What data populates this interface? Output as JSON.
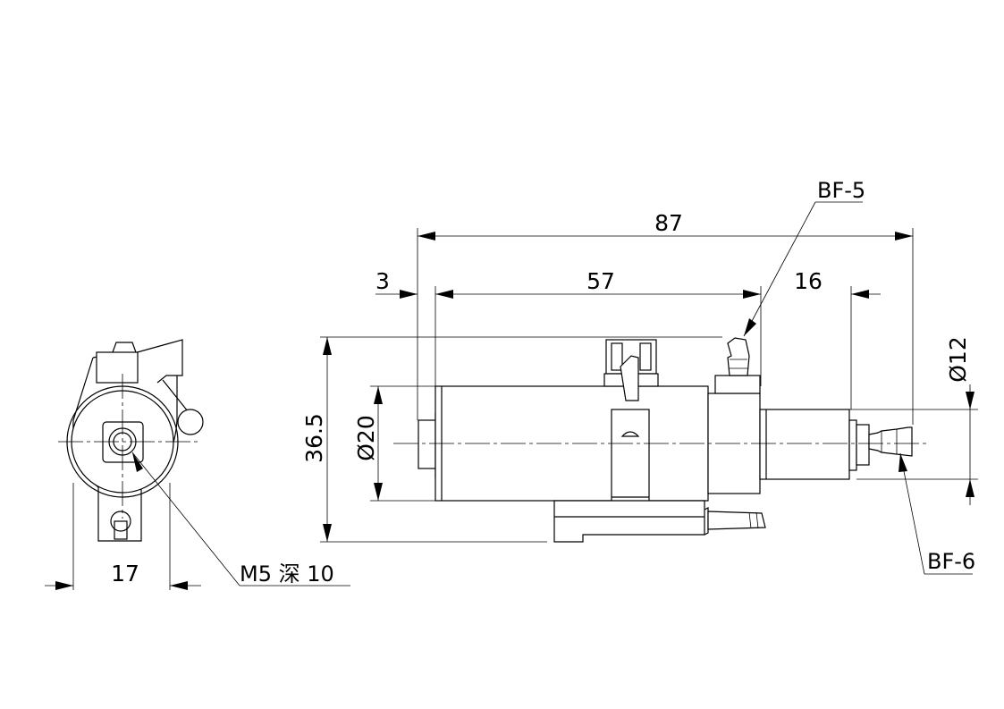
{
  "dimensions": {
    "overall_length": "87",
    "flange_thickness": "3",
    "body_length": "57",
    "tail_length": "16",
    "height": "36.5",
    "body_diameter": "Ø20",
    "tail_diameter": "Ø12",
    "side_width": "17"
  },
  "callouts": {
    "top_fitting": "BF-5",
    "rear_fitting": "BF-6",
    "thread": "M5 深 10"
  }
}
